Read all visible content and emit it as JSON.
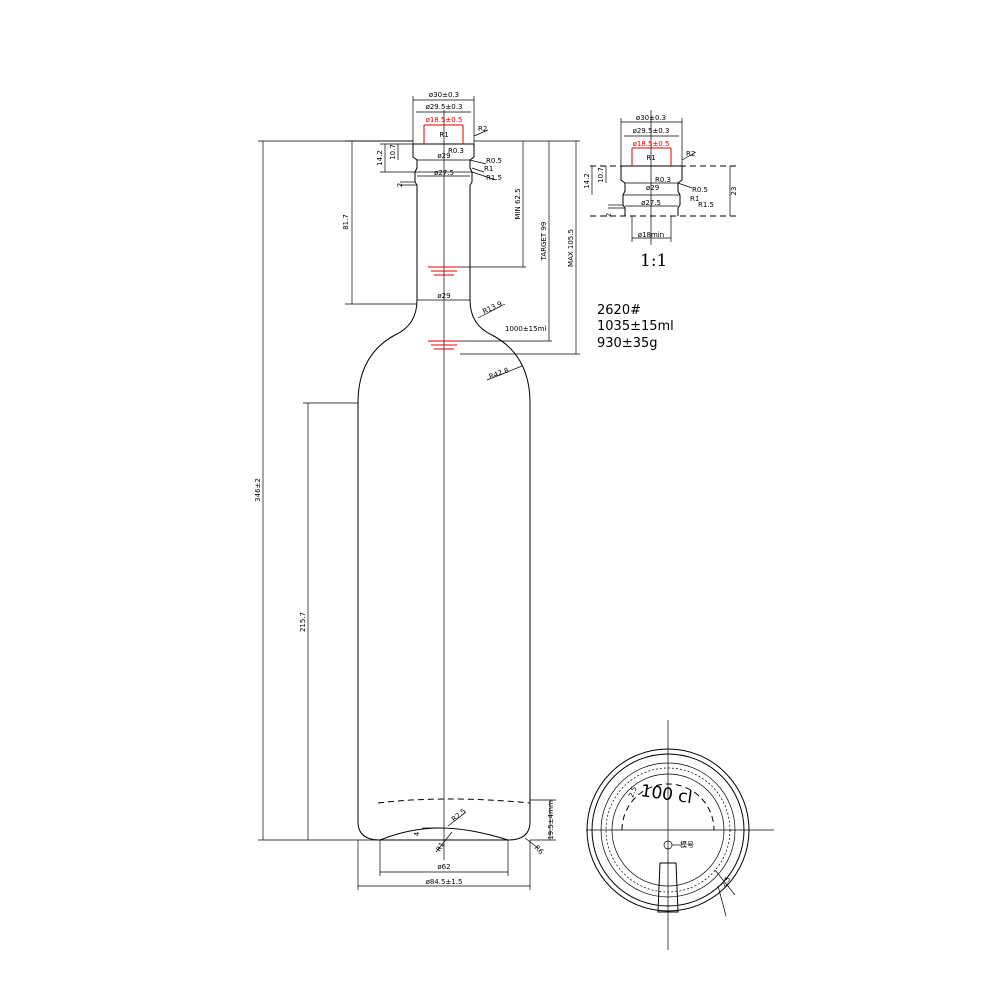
{
  "specs": {
    "model": "2620#",
    "capacity": "1035±15ml",
    "weight": "930±35g"
  },
  "scale_label": "1:1",
  "neck": {
    "d_outer": "ø30±0.3",
    "d_lip": "ø29.5±0.3",
    "d_bore": "ø18.5±0.5",
    "r1": "R1",
    "r2": "R2",
    "r03": "R0.3",
    "r05": "R0.5",
    "r1b": "R1",
    "r15": "R1.5",
    "h142": "14.2",
    "h107": "10.7",
    "h2": "2",
    "d29": "ø29",
    "d275": "ø27.5",
    "h23": "23",
    "d18min": "ø18min"
  },
  "body": {
    "h817": "81.7",
    "min_fill": "MIN 62.5",
    "target_fill": "TARGET 99",
    "max_fill": "MAX 105.5",
    "d29_shoulder": "ø29",
    "r139": "R13.9",
    "fill_1000": "1000±15ml",
    "r428": "R42.8",
    "total_height": "346±2",
    "body_height": "215.7",
    "base_depth": "19.5±4mm",
    "r25": "R2.5",
    "h4": "4",
    "r1_base": "R1",
    "r6": "R6",
    "d62": "ø62",
    "d_body": "ø84.5±1.5"
  },
  "base_view": {
    "embossing": "100 cl",
    "mark_25": "2.5",
    "mould_label": "模号"
  }
}
